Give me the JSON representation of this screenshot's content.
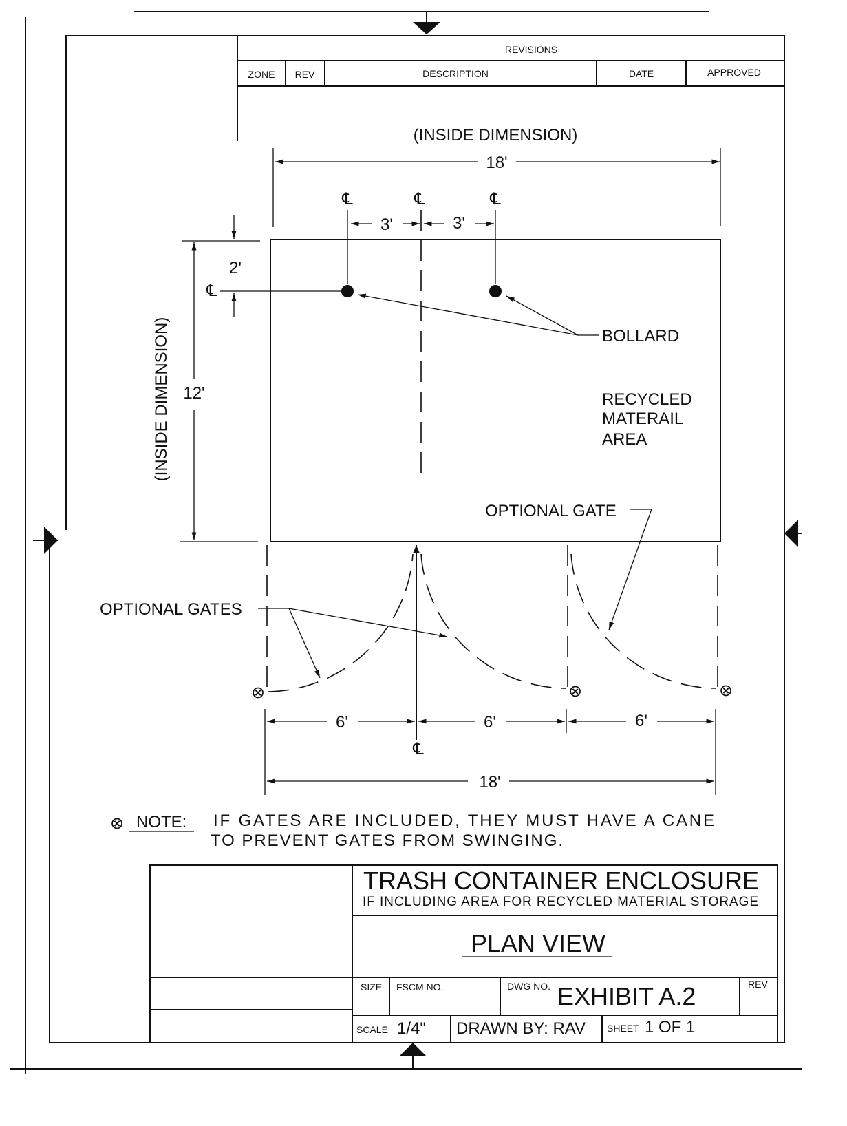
{
  "revisions": {
    "title": "REVISIONS",
    "columns": [
      "ZONE",
      "REV",
      "DESCRIPTION",
      "DATE",
      "APPROVED"
    ]
  },
  "plan": {
    "top_dim_label": "(INSIDE DIMENSION)",
    "top_dim_value": "18'",
    "centerline_symbol": "℄",
    "spacing_left": "3'",
    "spacing_right": "3'",
    "side_dim_label": "(INSIDE DIMENSION)",
    "side_dim_value": "12'",
    "bollard_offset": "2'",
    "bollard_label": "BOLLARD",
    "area_label": [
      "RECYCLED",
      "MATERAIL",
      "AREA"
    ],
    "optional_gate_label": "OPTIONAL  GATE",
    "optional_gates_label": "OPTIONAL  GATES",
    "gate_widths": [
      "6'",
      "6'",
      "6'"
    ],
    "bottom_dim_value": "18'",
    "cane_symbol": "⊗"
  },
  "note": {
    "label": "NOTE:",
    "line1": "IF  GATES  ARE  INCLUDED,  THEY  MUST  HAVE  A  CANE",
    "line2": "TO  PREVENT  GATES  FROM  SWINGING."
  },
  "title_block": {
    "title": "TRASH  CONTAINER  ENCLOSURE",
    "subtitle": "IF  INCLUDING  AREA  FOR  RECYCLED  MATERIAL  STORAGE",
    "view": "PLAN  VIEW",
    "size_label": "SIZE",
    "fscm_label": "FSCM  NO.",
    "dwg_label": "DWG  NO.",
    "dwg_value": "EXHIBIT A.2",
    "rev_label": "REV",
    "scale_label": "SCALE",
    "scale_value": "1/4\"",
    "drawn_by": "DRAWN  BY:  RAV",
    "sheet_label": "SHEET",
    "sheet_value": "1   OF   1"
  }
}
